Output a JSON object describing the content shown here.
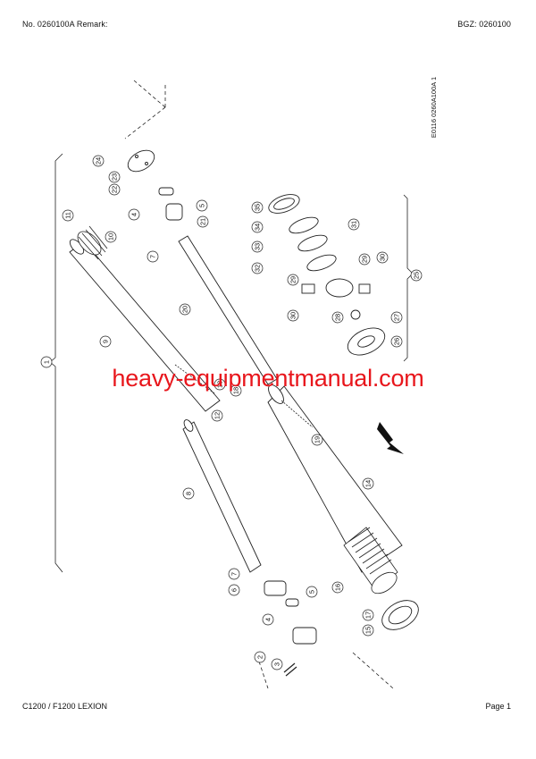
{
  "header": {
    "left_text": "No. 0260100A   Remark:",
    "right_text": "BGZ: 0260100"
  },
  "footer": {
    "left_text": "C1200 / F1200 LEXION",
    "right_text": "Page 1"
  },
  "drawing": {
    "reference": "E0116 0260A100A 1",
    "callouts": [
      "1",
      "2",
      "3",
      "4",
      "4",
      "5",
      "5",
      "6",
      "7",
      "7",
      "8",
      "9",
      "10",
      "11",
      "12",
      "13",
      "14",
      "15",
      "16",
      "17",
      "18",
      "19",
      "20",
      "21",
      "22",
      "23",
      "24",
      "25",
      "26",
      "27",
      "28",
      "29",
      "29",
      "30",
      "30",
      "31",
      "32",
      "33",
      "34",
      "35"
    ]
  },
  "watermark": "heavy-equipmentmanual.com"
}
